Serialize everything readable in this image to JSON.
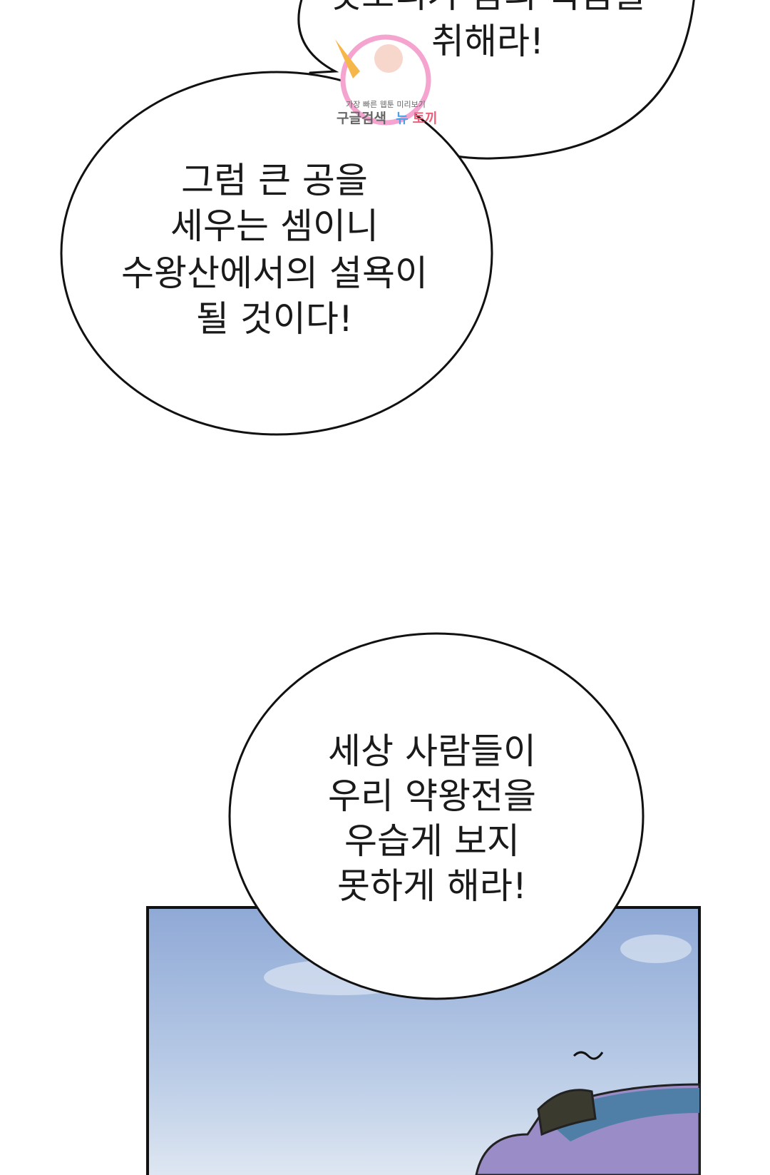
{
  "bubbles": [
    {
      "lines": [
        "잇소리가 놈의 목숨을",
        "취해라!"
      ]
    },
    {
      "lines": [
        "그럼 큰 공을",
        "세우는 셈이니",
        "수왕산에서의 설욕이",
        "될 것이다!"
      ]
    },
    {
      "lines": [
        "세상 사람들이",
        "우리 약왕전을",
        "우습게 보지",
        "못하게 해라!"
      ]
    }
  ],
  "watermark": {
    "tagline": "가장 빠른 웹툰 미리보기",
    "search": "구글검색",
    "brand_a": "뉴",
    "brand_b": "토끼"
  },
  "colors": {
    "sky": "#9fb6dc",
    "brand_blue": "#4aa3e6",
    "brand_red": "#f0607a"
  }
}
